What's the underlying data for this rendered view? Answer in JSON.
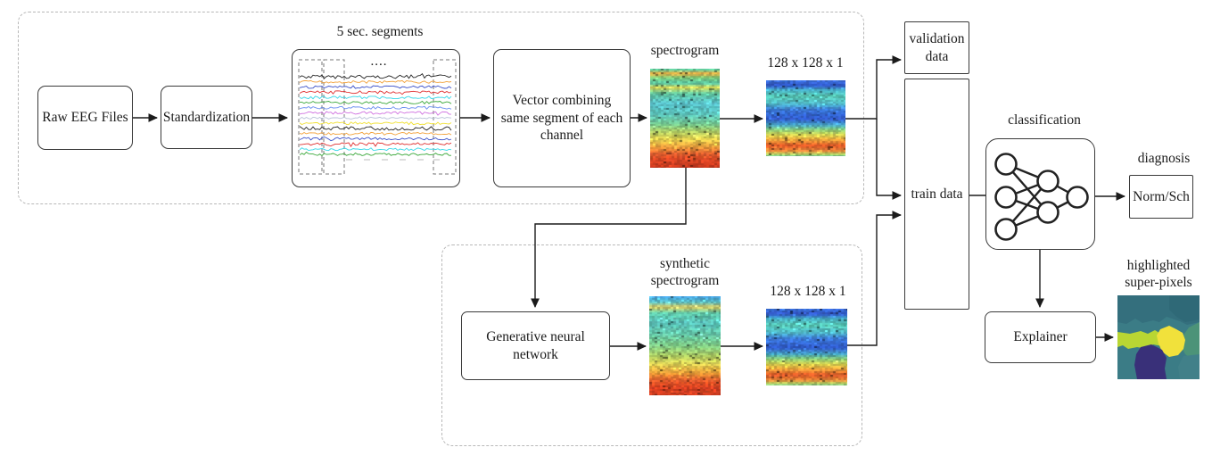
{
  "boxes": {
    "raw_eeg": "Raw EEG Files",
    "standardization": "Standardization",
    "vector_combining": "Vector combining same segment of each channel",
    "generative": "Generative neural network",
    "explainer": "Explainer",
    "validation": "validation data",
    "train": "train data",
    "diagnosis_result": "Norm/Sch"
  },
  "labels": {
    "segments": "5 sec. segments",
    "segments_dots": "....",
    "spectrogram": "spectrogram",
    "size_top": "128 x 128 x 1",
    "size_bottom": "128 x 128 x 1",
    "synthetic": "synthetic spectrogram",
    "classification": "classification",
    "diagnosis": "diagnosis",
    "superpixels": "highlighted super-pixels"
  },
  "eeg": {
    "trace_colors": [
      "#222222",
      "#f2a23c",
      "#3a50c8",
      "#e03030",
      "#38d8e8",
      "#3aa83a",
      "#6a8ef0",
      "#d070e0",
      "#b9c2d8",
      "#f0e030",
      "#222222",
      "#f2a23c",
      "#3a50c8",
      "#e03030",
      "#38d8e8",
      "#3aa83a"
    ],
    "segment_box_color": "#777777"
  },
  "spectrograms": {
    "tall_stops": [
      [
        0.0,
        "#5ec89a"
      ],
      [
        0.04,
        "#e8a83c"
      ],
      [
        0.08,
        "#7cc878"
      ],
      [
        0.14,
        "#58c8a8"
      ],
      [
        0.18,
        "#d8d85a"
      ],
      [
        0.24,
        "#62c8a0"
      ],
      [
        0.34,
        "#58bfc8"
      ],
      [
        0.45,
        "#5cc4bc"
      ],
      [
        0.55,
        "#74c890"
      ],
      [
        0.62,
        "#aacc66"
      ],
      [
        0.7,
        "#e0d050"
      ],
      [
        0.78,
        "#eca03c"
      ],
      [
        0.85,
        "#e06030"
      ],
      [
        0.92,
        "#d84424"
      ],
      [
        1.0,
        "#c83a20"
      ]
    ],
    "synth_stops": [
      [
        0.0,
        "#48a0d8"
      ],
      [
        0.05,
        "#58c0c8"
      ],
      [
        0.1,
        "#d8c860"
      ],
      [
        0.16,
        "#60c8a8"
      ],
      [
        0.26,
        "#58c0b8"
      ],
      [
        0.38,
        "#66c8a8"
      ],
      [
        0.5,
        "#84cc84"
      ],
      [
        0.6,
        "#b0cc60"
      ],
      [
        0.68,
        "#ddd054"
      ],
      [
        0.76,
        "#eca43c"
      ],
      [
        0.84,
        "#e05c2c"
      ],
      [
        0.92,
        "#d84020"
      ],
      [
        1.0,
        "#cc3c20"
      ]
    ],
    "wide_stops": [
      [
        0.0,
        "#3c6ed8"
      ],
      [
        0.06,
        "#2f55c8"
      ],
      [
        0.12,
        "#4ab4c8"
      ],
      [
        0.2,
        "#58c8b4"
      ],
      [
        0.3,
        "#50b8c8"
      ],
      [
        0.38,
        "#3c78d8"
      ],
      [
        0.5,
        "#2f58c8"
      ],
      [
        0.58,
        "#48a8c8"
      ],
      [
        0.64,
        "#84c878"
      ],
      [
        0.71,
        "#d8d450"
      ],
      [
        0.77,
        "#eca83c"
      ],
      [
        0.85,
        "#e05828"
      ],
      [
        0.92,
        "#e88838"
      ],
      [
        0.96,
        "#b8d060"
      ],
      [
        1.0,
        "#68c8a0"
      ]
    ]
  },
  "superpixels": {
    "colors": {
      "bg": "#3b7c86",
      "top": "#346f7d",
      "top_right": "#2f6977",
      "right_green": "#4c9378",
      "chartreuse": "#b9d633",
      "yellow": "#f1e13b",
      "purple": "#393079",
      "bottom_right": "#418089"
    }
  },
  "line_color": "#1b1b1b"
}
